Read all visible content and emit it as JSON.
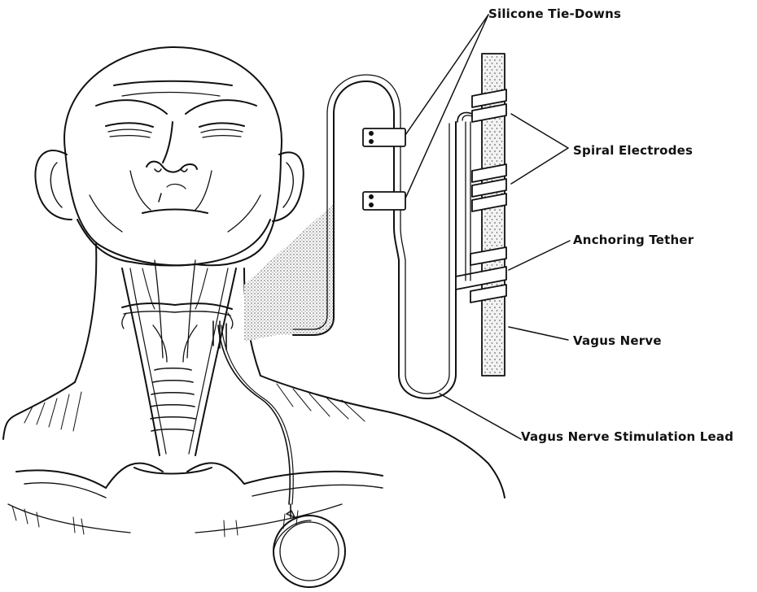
{
  "labels": {
    "silicone_tie_downs": "Silicone Tie-Downs",
    "spiral_electrodes": "Spiral Electrodes",
    "anchoring_tether": "Anchoring Tether",
    "vagus_nerve": "Vagus Nerve",
    "vns_lead": "Vagus Nerve Stimulation Lead"
  },
  "colors": {
    "ink": "#111111",
    "background": "#ffffff",
    "stipple": "#8a8a8a"
  }
}
